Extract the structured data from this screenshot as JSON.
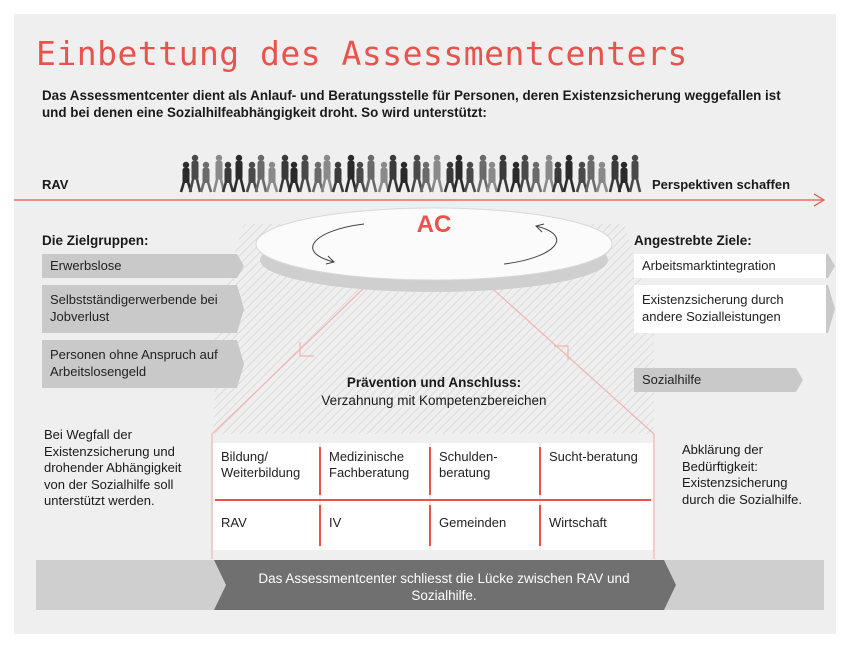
{
  "title": "Einbettung des Assessmentcenters",
  "subtitle": "Das Assessmentcenter dient als Anlauf- und Beratungsstelle für Personen, deren Existenzsicherung weggefallen ist und bei denen eine Sozialhilfeabhängigkeit droht. So wird unterstützt:",
  "timeline": {
    "left_label": "RAV",
    "right_label": "Perspektiven schaffen"
  },
  "center_label": "AC",
  "zielgruppen": {
    "heading": "Die Zielgruppen:",
    "items": [
      "Erwerbslose",
      "Selbstständigerwerbende bei Jobverlust",
      "Personen ohne Anspruch auf Arbeitslosengeld"
    ]
  },
  "ziele": {
    "heading": "Angestrebte Ziele:",
    "items": [
      "Arbeitsmarktintegration",
      "Existenzsicherung durch andere Sozialleistungen",
      "Sozialhilfe"
    ]
  },
  "praevention": {
    "title": "Prävention und Anschluss:",
    "subtitle": "Verzahnung mit Kompetenzbereichen",
    "top_row": [
      "Bildung/ Weiterbildung",
      "Medizinische Fachberatung",
      "Schulden-beratung",
      "Sucht-beratung"
    ],
    "bottom_row": [
      "RAV",
      "IV",
      "Gemeinden",
      "Wirtschaft"
    ]
  },
  "left_text": "Bei Wegfall der Existenzsicherung und drohender Abhängigkeit von der Sozialhilfe soll unterstützt werden.",
  "right_text": "Abklärung der Bedürftigkeit: Existenzsicherung durch die Sozialhilfe.",
  "bottom_text": "Das Assessmentcenter schliesst die Lücke zwischen RAV und Sozialhilfe.",
  "colors": {
    "accent": "#e8534d",
    "grey_box": "#c9c9c9",
    "dark_band": "#707070",
    "background": "#efefef"
  }
}
